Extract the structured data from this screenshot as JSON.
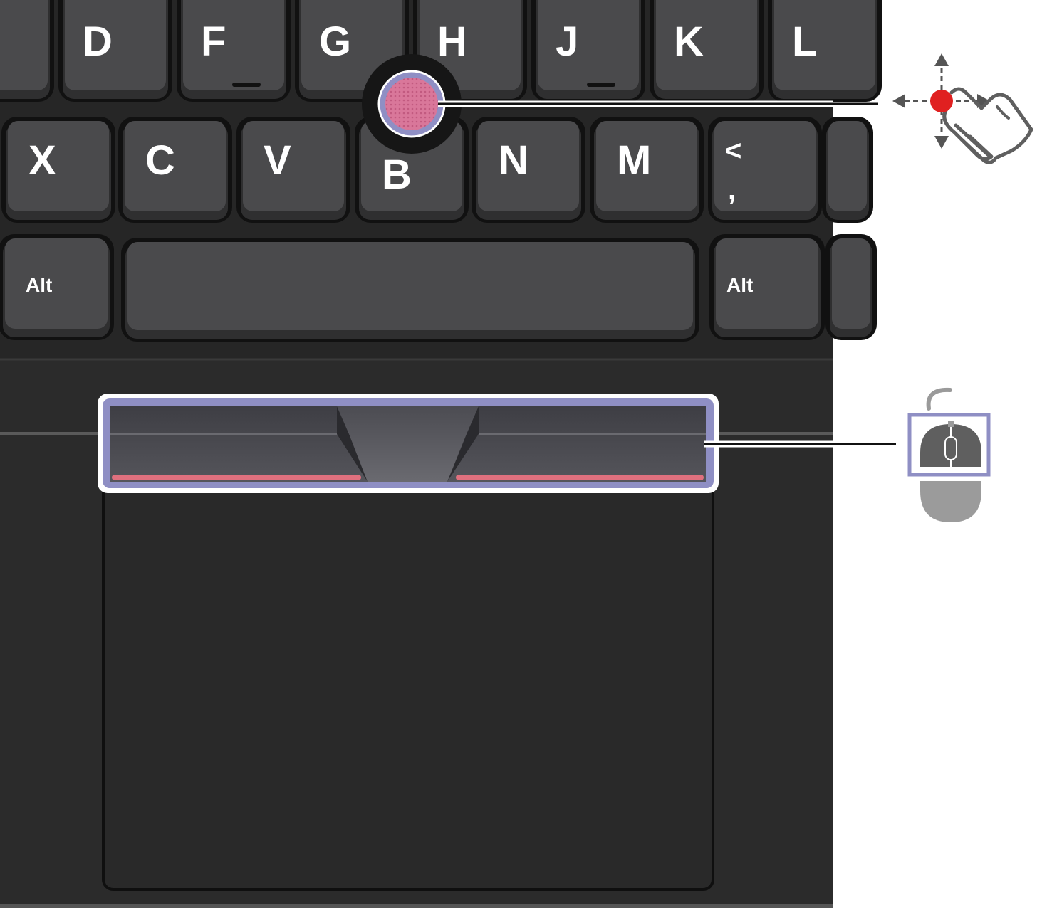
{
  "colors": {
    "keyboard_deck": "#252525",
    "key_face": "#4a4a4c",
    "key_rim": "#111111",
    "trackpoint_cap": "#d9779a",
    "highlight_outline": "#8f8fc4",
    "button_stripe": "#e0707e",
    "pointer_dot": "#e02020",
    "icon_gray": "#5f5f5f"
  },
  "keys": {
    "row_home": [
      "D",
      "F",
      "G",
      "H",
      "J",
      "K",
      "L"
    ],
    "row_bottom": [
      "X",
      "C",
      "V",
      "B",
      "N",
      "M"
    ],
    "comma_key": {
      "top": "<",
      "bottom": ","
    },
    "alt_left": "Alt",
    "alt_right": "Alt"
  },
  "callouts": [
    {
      "target": "trackpoint",
      "icon": "trackpoint-pointer-hand-icon"
    },
    {
      "target": "trackpoint-buttons",
      "icon": "mouse-buttons-icon"
    }
  ]
}
